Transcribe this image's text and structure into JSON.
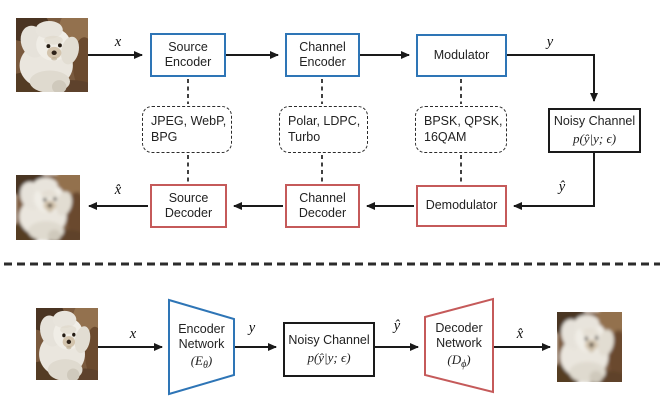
{
  "figure": {
    "colors": {
      "encoder_stroke_blue": "#2E75B6",
      "decoder_stroke_red": "#C55A5A",
      "line_black": "#1a1a1a"
    },
    "classical": {
      "x_label": "x",
      "y_label": "y",
      "y_hat_label": "ŷ",
      "x_hat_label": "x̂",
      "source_encoder": "Source\nEncoder",
      "channel_encoder": "Channel\nEncoder",
      "modulator": "Modulator",
      "noisy_channel_title": "Noisy Channel",
      "noisy_channel_formula": "p(ŷ|y; ϵ)",
      "demodulator": "Demodulator",
      "channel_decoder": "Channel\nDecoder",
      "source_decoder": "Source\nDecoder",
      "source_codecs": "JPEG, WebP,\nBPG",
      "channel_codes": "Polar, LDPC,\nTurbo",
      "modulation_schemes": "BPSK, QPSK,\n16QAM"
    },
    "learned": {
      "x_label": "x",
      "y_label": "y",
      "y_hat_label": "ŷ",
      "x_hat_label": "x̂",
      "encoder_line1": "Encoder",
      "encoder_line2": "Network",
      "encoder_param": {
        "pre": "(E",
        "sub": "θ",
        "post": ")"
      },
      "noisy_channel_title": "Noisy Channel",
      "noisy_channel_formula": "p(ŷ|y; ϵ)",
      "decoder_line1": "Decoder",
      "decoder_line2": "Network",
      "decoder_param": {
        "pre": "(D",
        "sub": "ϕ",
        "post": ")"
      }
    }
  }
}
